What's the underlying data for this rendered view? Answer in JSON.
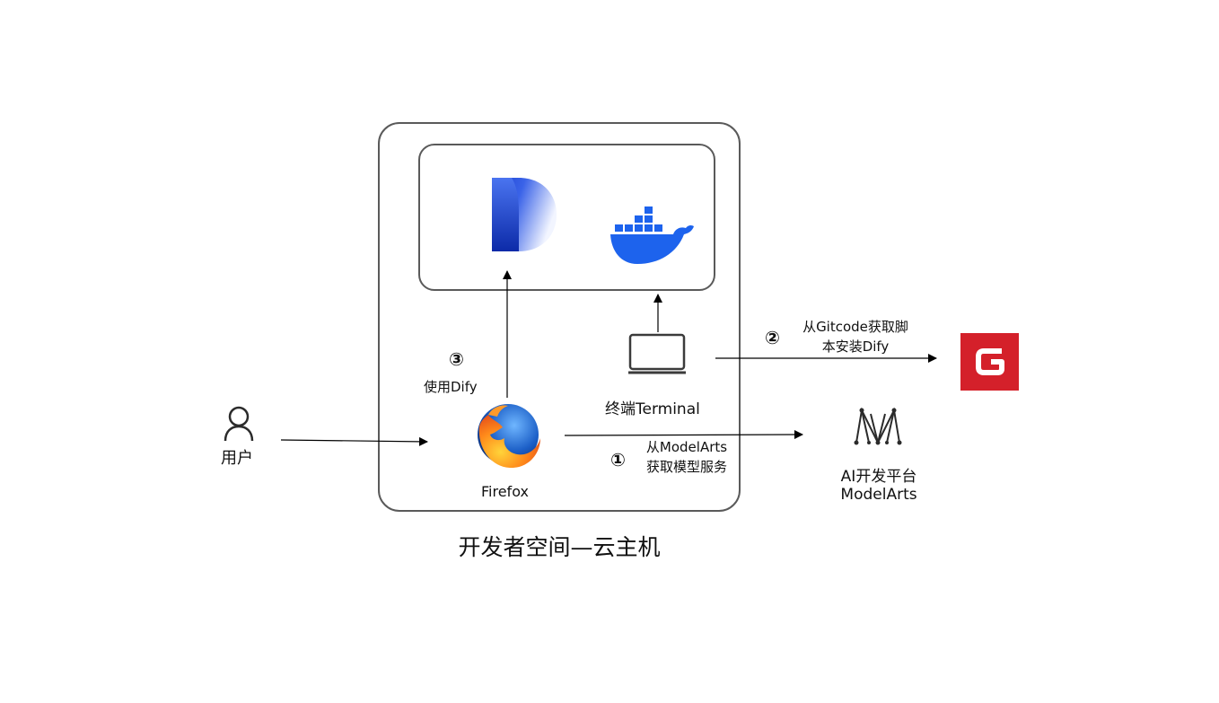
{
  "host": {
    "caption": "开发者空间—云主机"
  },
  "user": {
    "label": "用户",
    "icon": "person-icon"
  },
  "firefox": {
    "label": "Firefox",
    "icon": "firefox-icon"
  },
  "terminal": {
    "label": "终端Terminal",
    "icon": "monitor-icon"
  },
  "dify": {
    "icon": "dify-logo"
  },
  "docker": {
    "icon": "docker-logo"
  },
  "gitcode": {
    "icon": "gitcode-logo",
    "color": "#d4202a"
  },
  "modelarts": {
    "line1": "AI开发平台",
    "line2": "ModelArts",
    "icon": "modelarts-logo"
  },
  "steps": {
    "step1": {
      "num": "①",
      "line1": "从ModelArts",
      "line2": "获取模型服务"
    },
    "step2": {
      "num": "②",
      "line1": "从Gitcode获取脚",
      "line2": "本安装Dify"
    },
    "step3": {
      "num": "③",
      "line1": "使用Dify"
    }
  },
  "colors": {
    "border": "#5a5a5a",
    "docker_blue": "#1d63ed",
    "dify_blue": "#1f46d6"
  }
}
